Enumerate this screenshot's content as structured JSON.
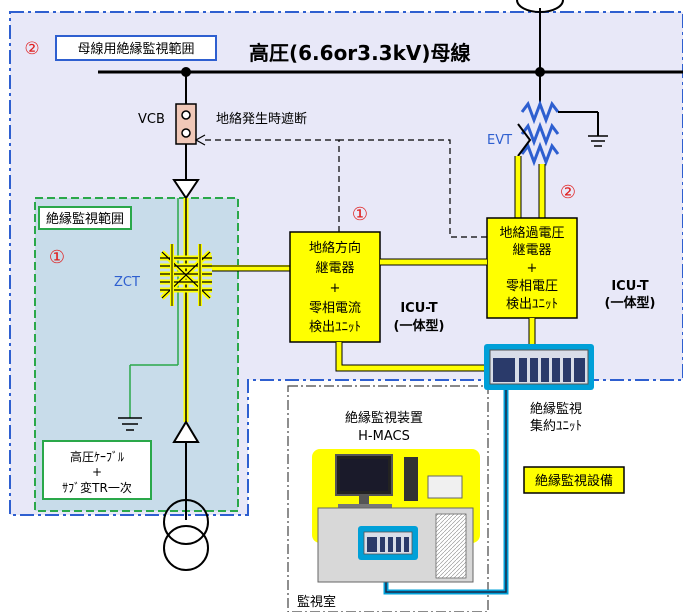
{
  "busbar_title": "高圧(6.6or3.3kV)母線",
  "area_label_busbar": {
    "number": "②",
    "text": "母線用絶縁監視範囲"
  },
  "area_label_feeder": {
    "text": "絶縁監視範囲",
    "number": "①"
  },
  "vcb": {
    "label": "VCB",
    "note": "地絡発生時遮断"
  },
  "evt": {
    "label": "EVT"
  },
  "zct": {
    "label": "ZCT"
  },
  "relay1": {
    "number": "①",
    "lines": [
      "地絡方向",
      "継電器",
      "+",
      "零相電流",
      "検出ﾕﾆｯﾄ"
    ],
    "unit_type": [
      "ICU-T",
      "(一体型)"
    ]
  },
  "relay2": {
    "number": "②",
    "lines": [
      "地絡過電圧",
      "継電器",
      "+",
      "零相電圧",
      "検出ﾕﾆｯﾄ"
    ],
    "unit_type": [
      "ICU-T",
      "(一体型)"
    ]
  },
  "hv_cable": {
    "lines": [
      "高圧ｹｰﾌﾞﾙ",
      "+",
      "ｻﾌﾞ変TR一次"
    ]
  },
  "aggregator": {
    "lines": [
      "絶縁監視",
      "集約ﾕﾆｯﾄ"
    ]
  },
  "monitor_device": {
    "lines": [
      "絶縁監視装置",
      "H-MACS"
    ]
  },
  "equipment_tag": "絶縁監視設備",
  "room_label": "監視室",
  "colors": {
    "region_fill": "#e8e8f8",
    "feeder_fill": "#c8dcea",
    "relay_yellow": "#ffff00",
    "accent_blue": "#2e5fd0",
    "green_dash": "#2aa84a",
    "red_number": "#e02020",
    "cable_blue": "#00a0d8"
  }
}
